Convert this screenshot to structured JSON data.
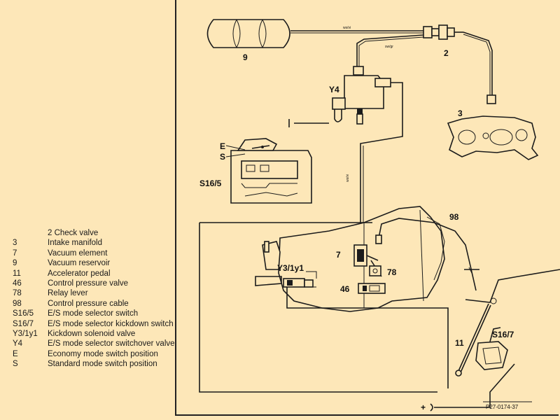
{
  "legend": [
    {
      "code": "",
      "desc": "2 Check valve"
    },
    {
      "code": "3",
      "desc": "Intake manifold"
    },
    {
      "code": "7",
      "desc": "Vacuum element"
    },
    {
      "code": "9",
      "desc": "Vacuum reservoir"
    },
    {
      "code": "11",
      "desc": "Accelerator pedal"
    },
    {
      "code": "46",
      "desc": "Control pressure valve"
    },
    {
      "code": "78",
      "desc": "Relay lever"
    },
    {
      "code": "98",
      "desc": "Control pressure cable"
    },
    {
      "code": "S16/5",
      "desc": "E/S mode selector switch"
    },
    {
      "code": "S16/7",
      "desc": "E/S mode selector kickdown switch"
    },
    {
      "code": "Y3/1y1",
      "desc": "Kickdown solenoid valve"
    },
    {
      "code": "Y4",
      "desc": "E/S mode selector switchover valve"
    },
    {
      "code": "E",
      "desc": "Economy mode switch position"
    },
    {
      "code": "S",
      "desc": "Standard mode switch position"
    }
  ],
  "callouts": {
    "c9": "9",
    "c2": "2",
    "c3": "3",
    "y4": "Y4",
    "e": "E",
    "s": "S",
    "s165": "S16/5",
    "c98": "98",
    "c7": "7",
    "y31": "Y3/1y1",
    "c78": "78",
    "c46": "46",
    "c11": "11",
    "s167": "S16/7",
    "plus": "+"
  },
  "wire_labels": {
    "top": "ws/vi",
    "second": "sw/gr",
    "vertical": "ws/vi"
  },
  "figure_code": "P27-0174-37"
}
